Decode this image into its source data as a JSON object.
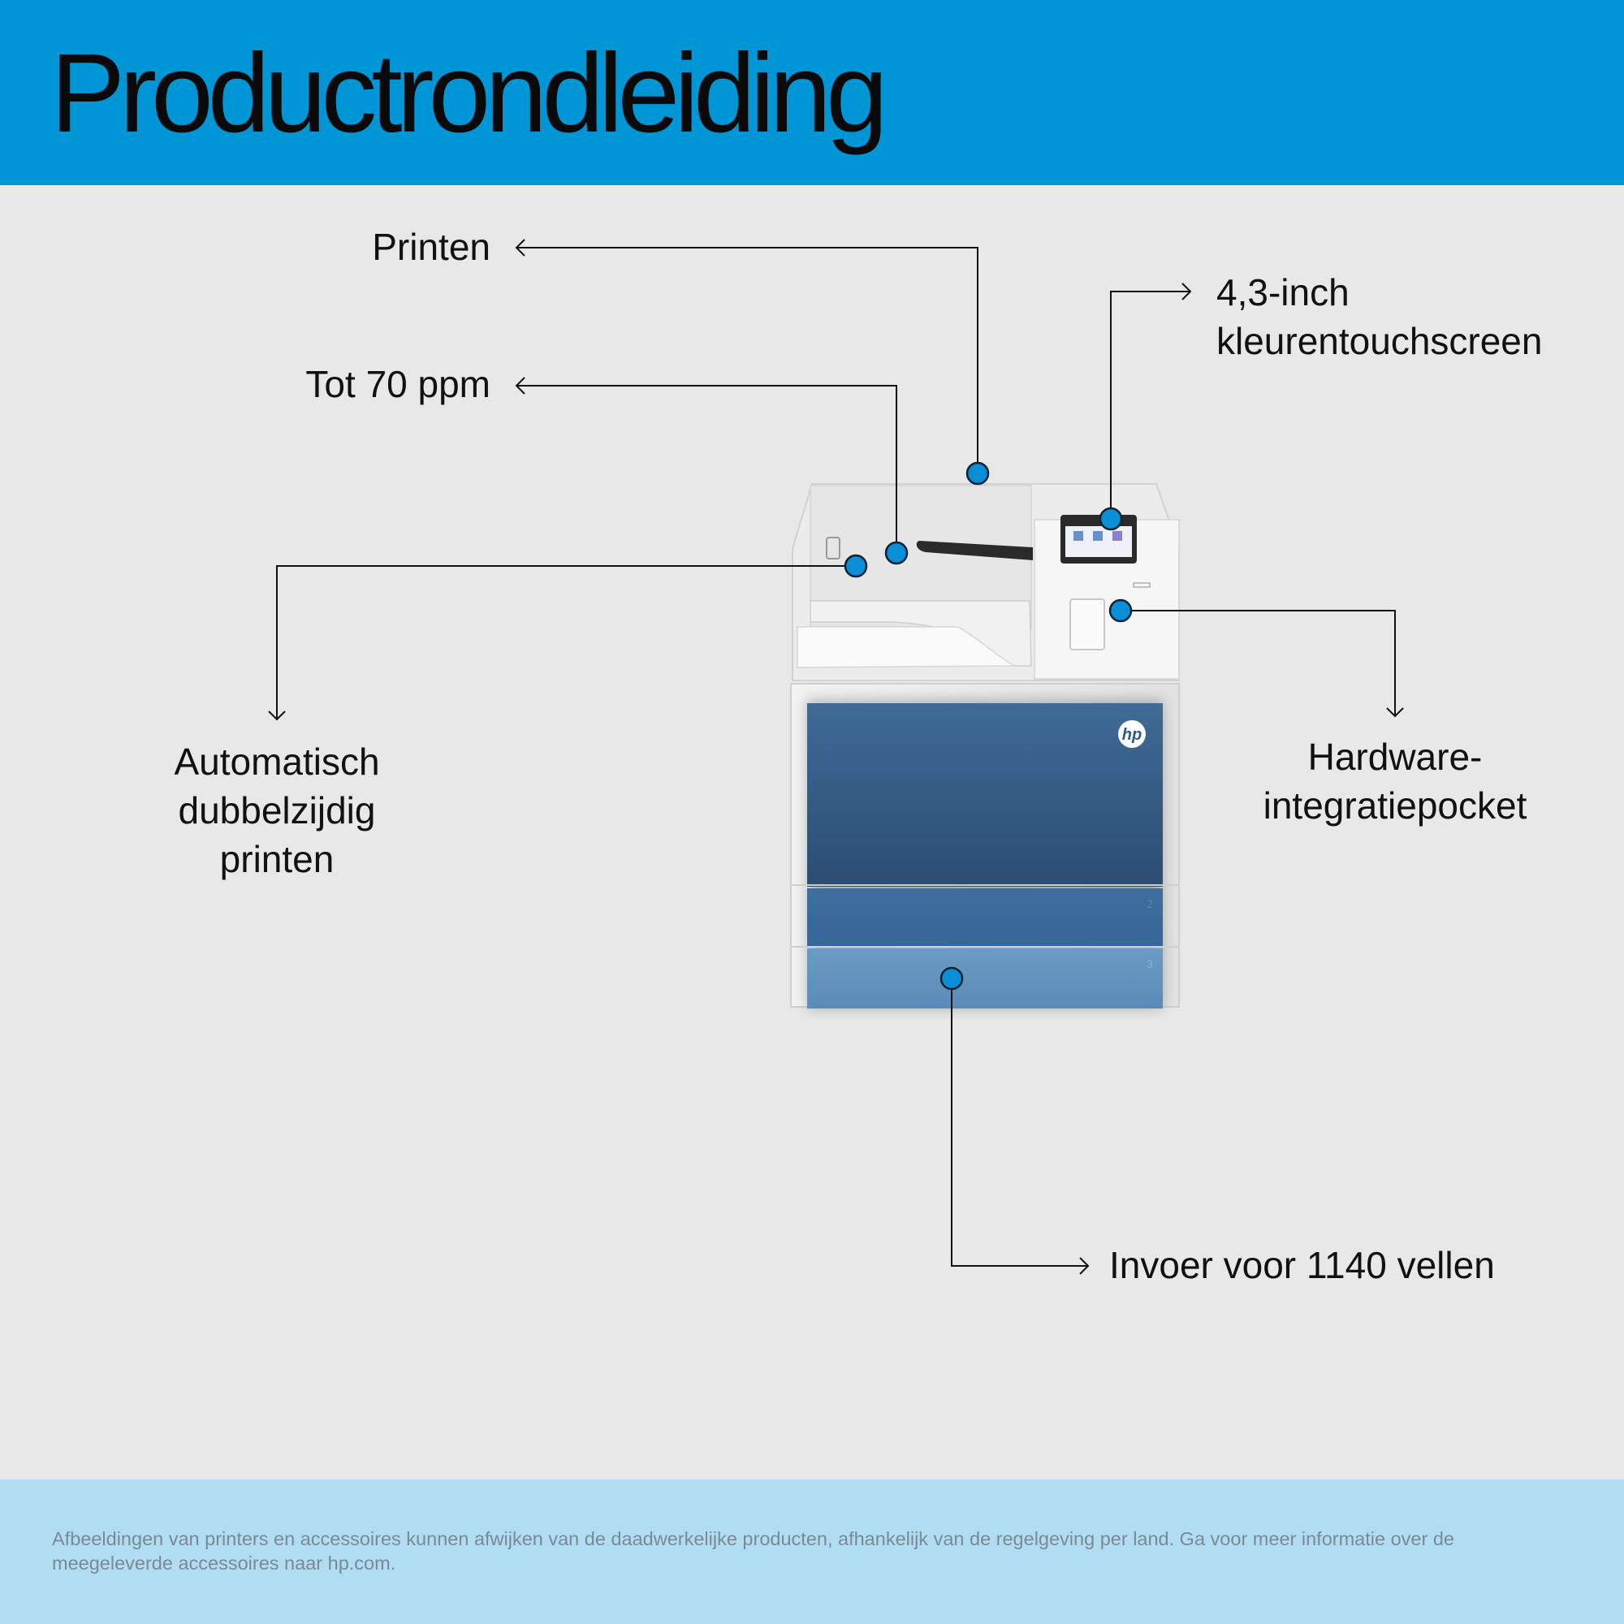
{
  "title": "Productrondleiding",
  "callouts": {
    "printen": "Printen",
    "ppm": "Tot 70 ppm",
    "touchscreen_line1": "4,3-inch",
    "touchscreen_line2": "kleurentouchscreen",
    "duplex_line1": "Automatisch",
    "duplex_line2": "dubbelzijdig",
    "duplex_line3": "printen",
    "pocket_line1": "Hardware-",
    "pocket_line2": "integratiepocket",
    "input": "Invoer voor 1140 vellen"
  },
  "printer": {
    "logo": "hp",
    "tray_numbers": [
      "2",
      "3"
    ]
  },
  "footer": {
    "disclaimer": "Afbeeldingen van printers en accessoires kunnen afwijken van de daadwerkelijke producten, afhankelijk van de regelgeving per land. Ga voor meer informatie over de meegeleverde accessoires naar hp.com."
  },
  "colors": {
    "header": "#0096d6",
    "background": "#e8e8e8",
    "footer": "#b1ddf3",
    "hotspot": "#0a8fd6"
  }
}
